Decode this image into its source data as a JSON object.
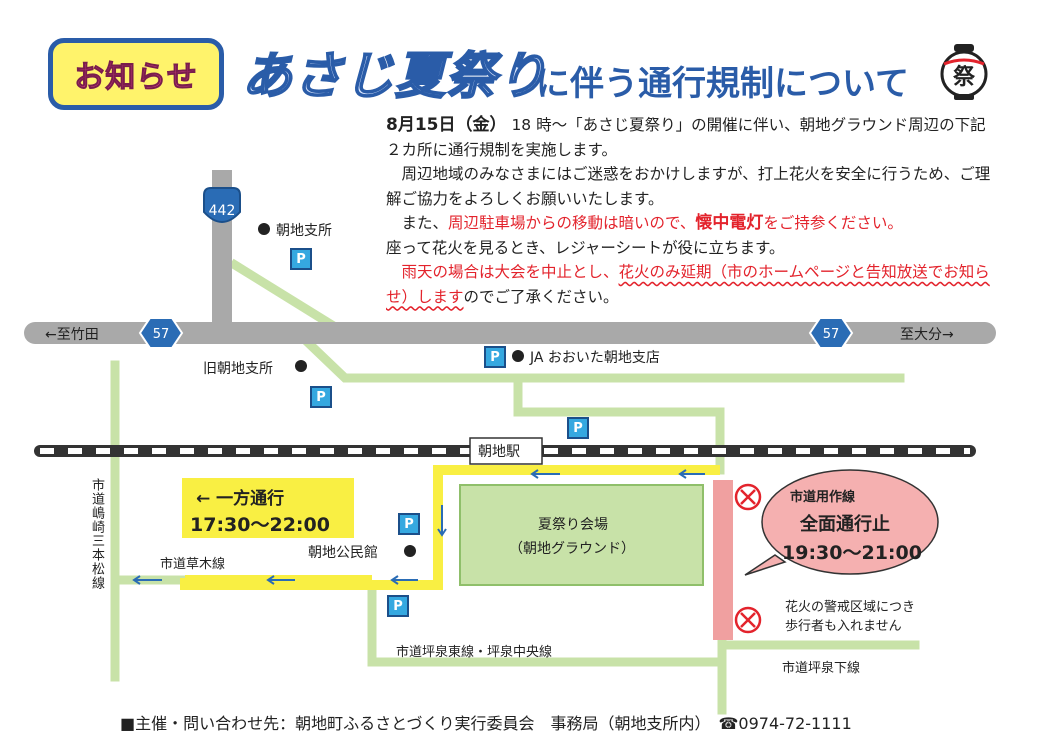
{
  "header": {
    "badge": "お知らせ",
    "title_main": "あさじ夏祭り",
    "title_sub": "に伴う通行規制について",
    "lantern_char": "祭"
  },
  "info": {
    "date": "8月15日（金）",
    "l1": "18 時～「あさじ夏祭り」の開催に伴い、朝地グラウンド周辺の下記２カ所に通行規制を実施します。",
    "l2": "周辺地域のみなさまにはご迷惑をおかけしますが、打上花火を安全に行うため、ご理解ご協力をよろしくお願いいたします。",
    "l3a": "また、",
    "l3b": "周辺駐車場からの移動は暗いので、",
    "l3c": "懐中電灯",
    "l3d": "をご持参ください。",
    "l3e": "座って花火を見るとき、レジャーシートが役に立ちます。",
    "l4a": "雨天の場合は大会を中止とし、",
    "l4b": "花火のみ延期（市のホームページと告知放送でお知らせ）します",
    "l4c": "のでご了承ください。"
  },
  "map": {
    "route_442": "442",
    "route_57": "57",
    "to_taketa": "←至竹田",
    "to_oita": "至大分→",
    "station": "朝地駅",
    "asaji_branch": "朝地支所",
    "old_branch": "旧朝地支所",
    "ja": "JA おおいた朝地支店",
    "community_hall": "朝地公民館",
    "venue_line1": "夏祭り会場",
    "venue_line2": "（朝地グラウンド）",
    "p": "P",
    "road_shimazaki": "市道嶋崎三本松線",
    "road_kusaki": "市道草木線",
    "road_tsubo_east": "市道坪泉東線・坪泉中央線",
    "road_tsubo_shita": "市道坪泉下線",
    "oneway_title": "← 一方通行",
    "oneway_time": "17:30～22:00",
    "closed_title": "市道用作線",
    "closed_main": "全面通行止",
    "closed_time": "19:30～21:00",
    "warning1": "花火の警戒区域につき",
    "warning2": "歩行者も入れません"
  },
  "footer": "■主催・問い合わせ先：朝地町ふるさとづくり実行委員会　事務局（朝地支所内）　☎0974-72-1111",
  "colors": {
    "road_gray": "#a9a9a9",
    "road_green": "#c8e2a8",
    "oneway_yellow": "#f9ef43",
    "closed_pink": "#f0a0a0",
    "route_blue": "#2a6cb5",
    "alert_red": "#e3232c"
  }
}
